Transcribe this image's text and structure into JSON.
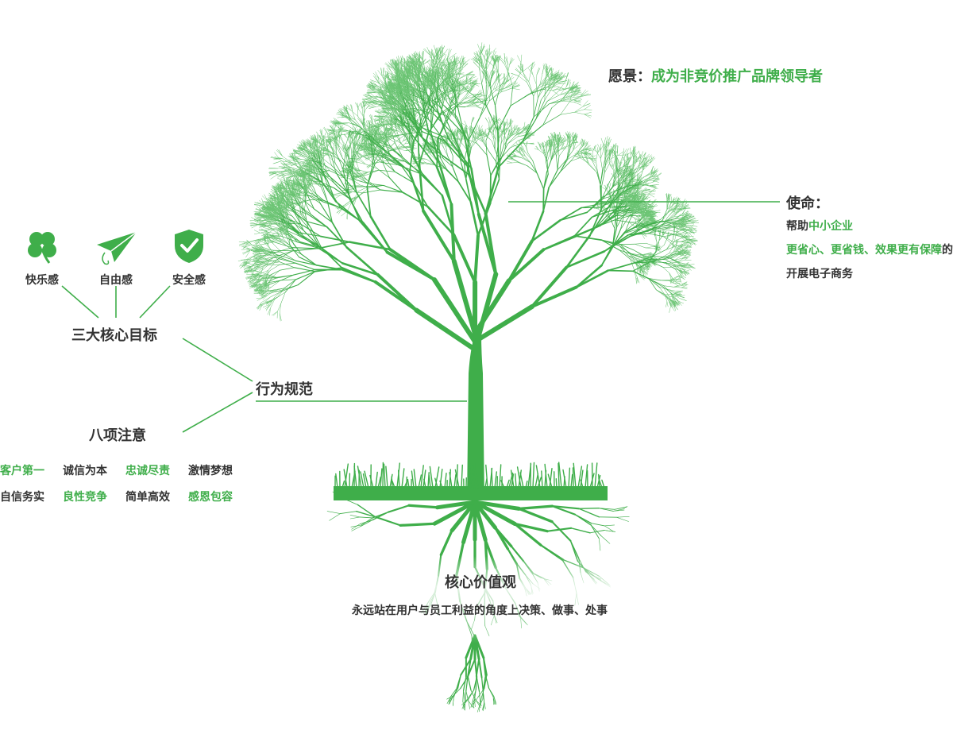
{
  "vision": {
    "label": "愿景：",
    "text": "成为非竞价推广品牌领导者"
  },
  "mission": {
    "title": "使命：",
    "line1_prefix": "帮助",
    "line1_green": "中小企业",
    "line2_green": "更省心、更省钱、效果更有保障",
    "line2_suffix": "的",
    "line3": "开展电子商务"
  },
  "goals": {
    "title": "三大核心目标",
    "items": [
      {
        "icon": "clover-icon",
        "label": "快乐感"
      },
      {
        "icon": "paper-plane-icon",
        "label": "自由感"
      },
      {
        "icon": "shield-check-icon",
        "label": "安全感"
      }
    ]
  },
  "conduct": {
    "title": "行为规范"
  },
  "notes": {
    "title": "八项注意",
    "items": [
      {
        "text": "客户第一",
        "color": "green"
      },
      {
        "text": "诚信为本",
        "color": "dark"
      },
      {
        "text": "忠诚尽责",
        "color": "green"
      },
      {
        "text": "激情梦想",
        "color": "dark"
      },
      {
        "text": "自信务实",
        "color": "dark"
      },
      {
        "text": "良性竞争",
        "color": "green"
      },
      {
        "text": "简单高效",
        "color": "dark"
      },
      {
        "text": "感恩包容",
        "color": "green"
      }
    ]
  },
  "core_values": {
    "title": "核心价值观",
    "text": "永远站在用户与员工利益的角度上决策、做事、处事"
  },
  "colors": {
    "accent": "#3fae4a",
    "text": "#333333"
  }
}
